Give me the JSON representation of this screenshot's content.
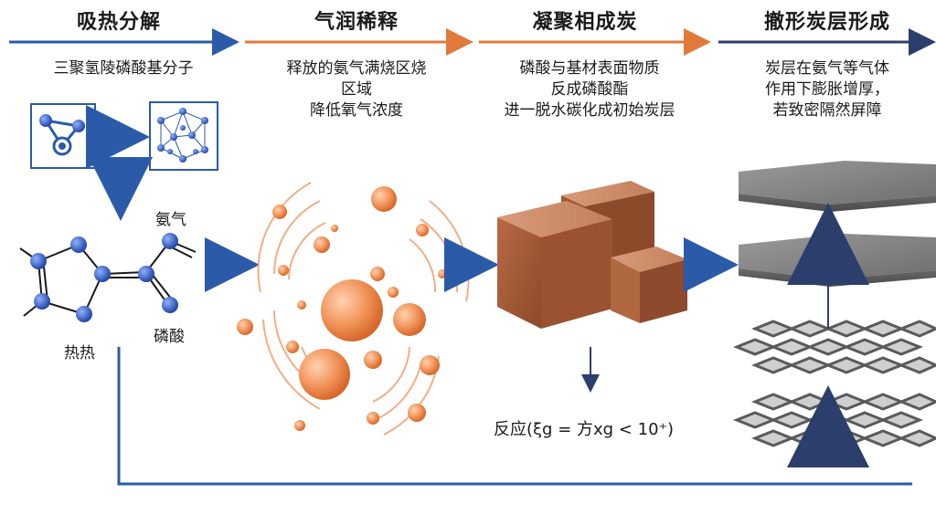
{
  "stages": [
    {
      "title": "吸热分解",
      "desc": [
        "三聚氢陵磷酸基分子"
      ]
    },
    {
      "title": "气润稀释",
      "desc": [
        "释放的氨气满烧区烧",
        "区域",
        "降低氧气浓度"
      ]
    },
    {
      "title": "凝聚相成炭",
      "desc": [
        "磷酸与基材表面物质",
        "反成磷酸酯",
        "进一脱水碳化成初始炭层"
      ]
    },
    {
      "title": "撤形炭层形成",
      "desc": [
        "炭层在氨气等气体",
        "作用下膨胀增厚，",
        "若致密隔然屏障"
      ]
    }
  ],
  "labels": {
    "ammonia": "氨气",
    "phosphoric_acid": "磷酸",
    "heat": "热热",
    "reaction": "反应(ξg = 方xg < 10⁺)"
  },
  "colors": {
    "blue": "#2b5ba8",
    "orange": "#e07a3a",
    "brown": "#a35a35",
    "gray": "#7a7a7a"
  }
}
